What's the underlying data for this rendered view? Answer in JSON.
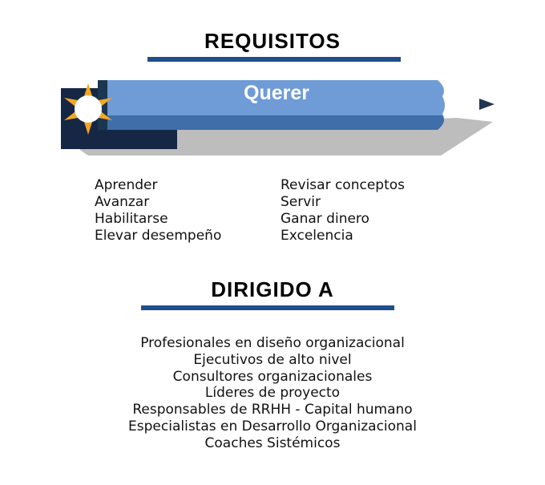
{
  "requisitos": {
    "title": "REQUISITOS",
    "pencil_label": "Querer",
    "left_items": [
      "Aprender",
      "Avanzar",
      "Habilitarse",
      "Elevar desempeño"
    ],
    "right_items": [
      "Revisar conceptos",
      "Servir",
      "Ganar dinero",
      "Excelencia"
    ]
  },
  "dirigido": {
    "title": "DIRIGIDO A",
    "items": [
      "Profesionales en diseño organizacional",
      "Ejecutivos de alto nivel",
      "Consultores organizacionales",
      "Líderes de proyecto",
      "Responsables de RRHH - Capital humano",
      "Especialistas en Desarrollo Organizacional",
      "Coaches Sistémicos"
    ]
  },
  "colors": {
    "rule": "#1f4e8c",
    "pencil_body": "#6f9bd6",
    "pencil_dark": "#3f6ea8",
    "navy": "#152744",
    "star": "#f5a623",
    "shadow": "#bdbdbd"
  },
  "icons": {
    "pencil": "pencil-icon",
    "star": "star-icon",
    "tip": "triangle-tip-icon"
  }
}
